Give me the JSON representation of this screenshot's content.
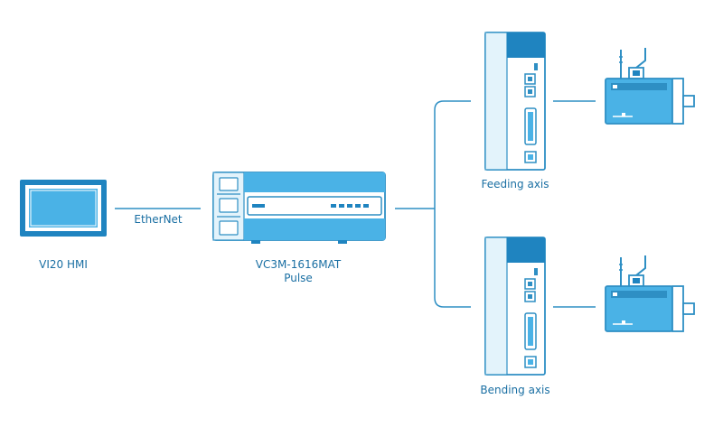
{
  "labels": {
    "hmi": "VI20 HMI",
    "link": "EtherNet",
    "controller_line1": "VC3M-1616MAT",
    "controller_line2": "Pulse",
    "axis_top": "Feeding axis",
    "axis_bottom": "Bending axis"
  },
  "colors": {
    "line": "#2e8fc4",
    "fill_light": "#e3f3fb",
    "fill_mid": "#4ab2e6",
    "fill_dark": "#1f84c0",
    "text": "#1a6fa3"
  }
}
